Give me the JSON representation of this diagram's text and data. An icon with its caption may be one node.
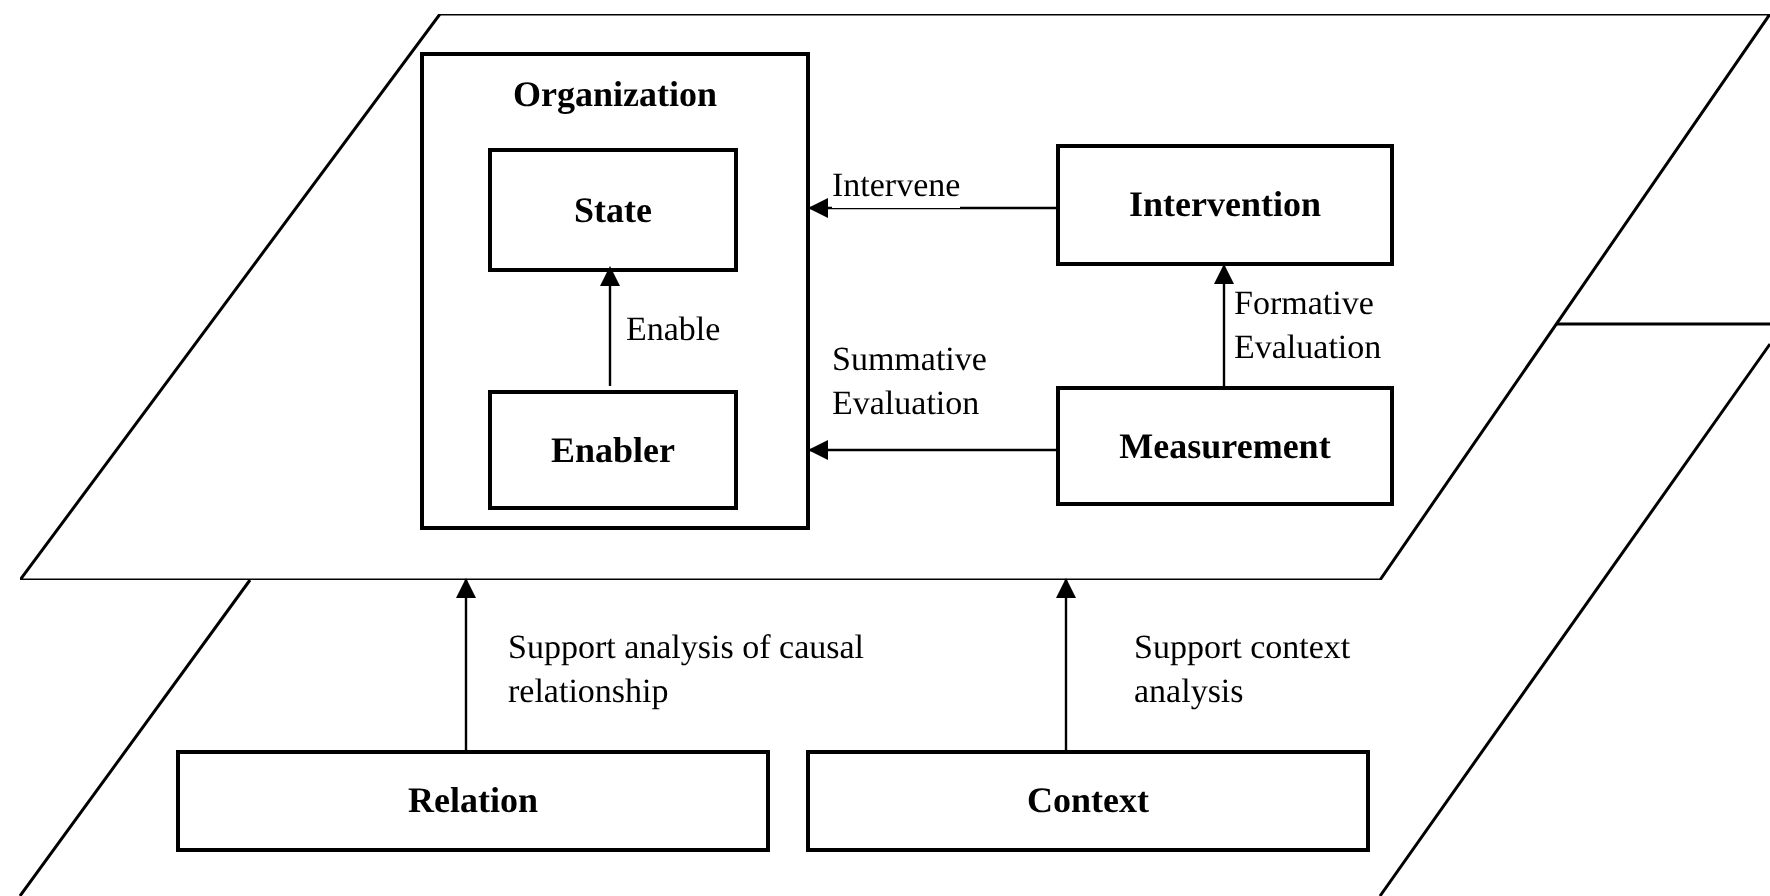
{
  "diagram": {
    "nodes": [
      {
        "text": [],
        "shape": "parallelogram"
      },
      {
        "text": [
          "Organization"
        ],
        "in": 0
      },
      {
        "text": [
          "State"
        ],
        "in": 1
      },
      {
        "text": [
          "Enabler"
        ],
        "in": 1
      },
      {
        "text": [
          "Intervention"
        ],
        "in": 0
      },
      {
        "text": [
          "Measurement"
        ],
        "in": 0
      },
      {
        "text": [
          "Relation"
        ]
      },
      {
        "text": [
          "Context"
        ]
      }
    ],
    "edges": [
      {
        "from": 4,
        "to": 1,
        "arrow": "to",
        "label": "Intervene"
      },
      {
        "from": 3,
        "to": 2,
        "arrow": "to",
        "label": "Enable"
      },
      {
        "from": 5,
        "to": 4,
        "arrow": "to",
        "label": "Formative Evaluation"
      },
      {
        "from": 5,
        "to": 1,
        "arrow": "to",
        "label": "Summative Evaluation"
      },
      {
        "from": 6,
        "to": 0,
        "arrow": "to",
        "label": "Support analysis of causal relationship"
      },
      {
        "from": 7,
        "to": 0,
        "arrow": "to",
        "label": "Support context analysis"
      }
    ]
  }
}
